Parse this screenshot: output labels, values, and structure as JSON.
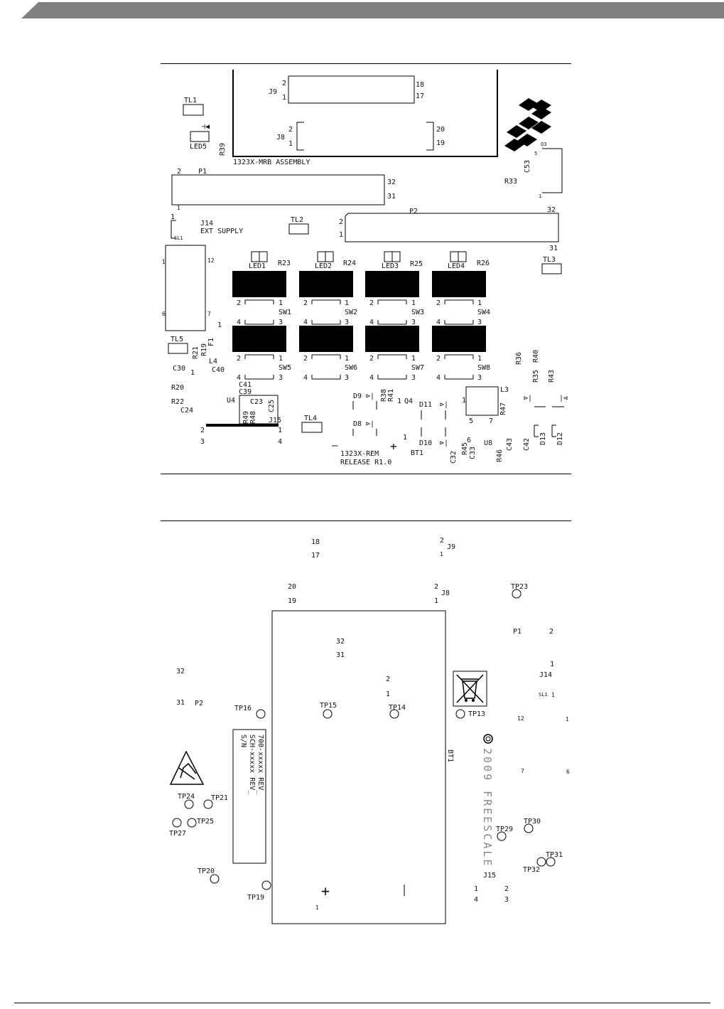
{
  "colors": {
    "header_bar": "#7f7f7f",
    "ink": "#111111",
    "fill": "#000000",
    "grey_text": "#888888"
  },
  "top_view": {
    "board_labels": {
      "mrb_assembly": "1323X-MRB ASSEMBLY",
      "ext_supply": "EXT SUPPLY",
      "rem_name": "1323X-REM",
      "release": "RELEASE R1.0"
    },
    "refs": {
      "J9": "J9",
      "J8": "J8",
      "TL1": "TL1",
      "LED5": "LED5",
      "R39": "R39",
      "P1": "P1",
      "C53": "C53",
      "R33": "R33",
      "Q3": "Q3",
      "J14": "J14",
      "SL1": "SL1",
      "TL2": "TL2",
      "P2": "P2",
      "TL3": "TL3",
      "LED1": "LED1",
      "LED2": "LED2",
      "LED3": "LED3",
      "LED4": "LED4",
      "R23": "R23",
      "R24": "R24",
      "R25": "R25",
      "R26": "R26",
      "SW1": "SW1",
      "SW2": "SW2",
      "SW3": "SW3",
      "SW4": "SW4",
      "SW5": "SW5",
      "SW6": "SW6",
      "SW7": "SW7",
      "SW8": "SW8",
      "TL5": "TL5",
      "F1": "F1",
      "R21": "R21",
      "R19": "R19",
      "L4": "L4",
      "C30": "C30",
      "C40": "C40",
      "R20": "R20",
      "C41": "C41",
      "C39": "C39",
      "R22": "R22",
      "U4": "U4",
      "C24": "C24",
      "C23": "C23",
      "C25": "C25",
      "R49": "R49",
      "R48": "R48",
      "J15": "J15",
      "TL4": "TL4",
      "D9": "D9",
      "R38": "R38",
      "R41": "R41",
      "Q4": "Q4",
      "D8": "D8",
      "D11": "D11",
      "D10": "D10",
      "BT1": "BT1",
      "C32": "C32",
      "R45": "R45",
      "C33": "C33",
      "U8": "U8",
      "R46": "R46",
      "C43": "C43",
      "C42": "C42",
      "D13": "D13",
      "D12": "D12",
      "L3": "L3",
      "R47": "R47",
      "R36": "R36",
      "R40": "R40",
      "R35": "R35",
      "R43": "R43"
    },
    "pins": {
      "j9_2": "2",
      "j9_1": "1",
      "j9_18": "18",
      "j9_17": "17",
      "j8_2": "2",
      "j8_1": "1",
      "j8_20": "20",
      "j8_19": "19",
      "p1_2": "2",
      "p1_1": "1",
      "p1_32": "32",
      "p1_31": "31",
      "p2_2": "2",
      "p2_1": "1",
      "p2_32": "32",
      "p2_31": "31",
      "j14_1": "1",
      "hdr_1": "1",
      "hdr_12": "12",
      "hdr_6": "6",
      "hdr_7": "7",
      "q3_5": "5",
      "q3_1": "1",
      "sw_2": "2",
      "sw_1": "1",
      "sw_4": "4",
      "sw_3": "3",
      "f1_1": "1",
      "c30_1": "1",
      "j15_2": "2",
      "j15_1": "1",
      "j15_3": "3",
      "j15_4": "4",
      "q4_1": "1",
      "bt_minus": "—",
      "bt_plus": "+",
      "l3_1": "1",
      "l3_5": "5",
      "l3_7": "7",
      "u8_6": "6",
      "d_1": "1",
      "bat_1": "1"
    }
  },
  "bottom_view": {
    "pins": {
      "b_18": "18",
      "b_17": "17",
      "b_j9_2": "2",
      "b_j9_1": "1",
      "b_20": "20",
      "b_19": "19",
      "b_j8_2": "2",
      "b_j8_1": "1",
      "b_32a": "32",
      "b_31a": "31",
      "b_p1_2": "2",
      "b_j14_1": "1",
      "b_sl1_1": "1",
      "b_32b": "32",
      "b_31b": "31",
      "b_2": "2",
      "b_1": "1",
      "b_12": "12",
      "b_1r": "1",
      "b_7": "7",
      "b_6": "6",
      "b_j15_1": "1",
      "b_j15_2": "2",
      "b_j15_4": "4",
      "b_j15_3": "3",
      "b_bat_1": "1"
    },
    "refs": {
      "J9": "J9",
      "J8": "J8",
      "TP23": "TP23",
      "P1": "P1",
      "J14": "J14",
      "SL1": "SL1",
      "P2": "P2",
      "TP16": "TP16",
      "TP15": "TP15",
      "TP14": "TP14",
      "TP13": "TP13",
      "BT1": "BT1",
      "TP24": "TP24",
      "TP21": "TP21",
      "TP25": "TP25",
      "TP27": "TP27",
      "TP29": "TP29",
      "TP30": "TP30",
      "TP31": "TP31",
      "TP32": "TP32",
      "TP20": "TP20",
      "TP19": "TP19",
      "J15": "J15"
    },
    "serial_block": {
      "line1": "700-xxxxx REV_",
      "line2": "SCH-xxxxx REV_",
      "line3": "S/N"
    },
    "copyright": "2009 FREESCALE",
    "icons": [
      "esd-warning-icon",
      "weee-bin-icon",
      "copyright-icon"
    ]
  }
}
